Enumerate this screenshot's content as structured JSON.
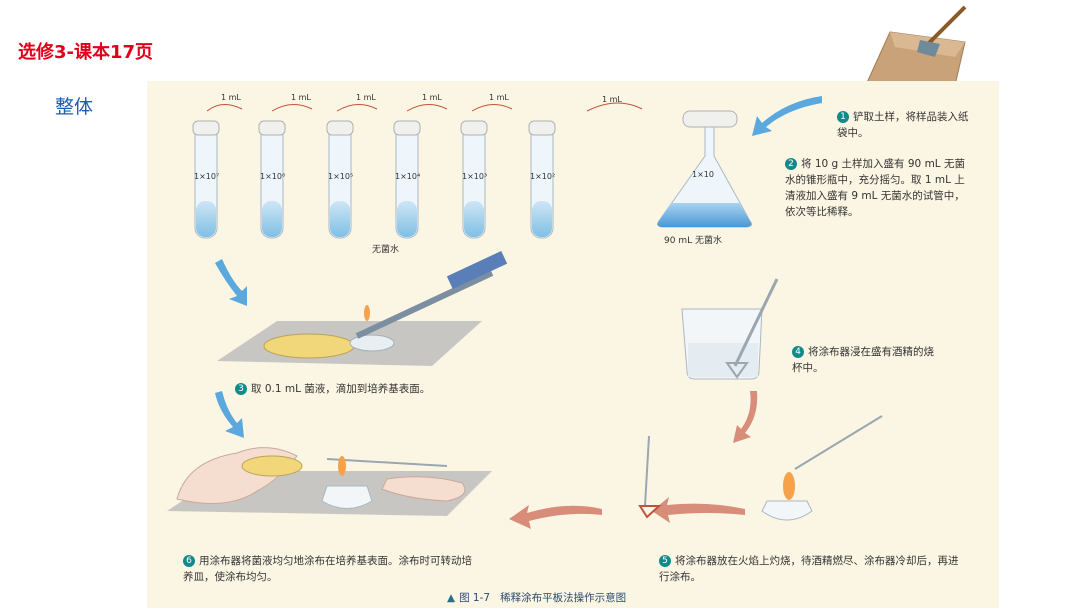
{
  "slide": {
    "title": "选修3-课本17页",
    "subtitle": "整体"
  },
  "figure": {
    "transfer_labels": [
      "1 mL",
      "1 mL",
      "1 mL",
      "1 mL",
      "1 mL",
      "1 mL"
    ],
    "tube_labels": [
      "1×10⁷",
      "1×10⁶",
      "1×10⁵",
      "1×10⁴",
      "1×10³",
      "1×10²"
    ],
    "sterile_water_label": "无菌水",
    "flask_label": "1×10",
    "flask_caption": "90 mL 无菌水",
    "steps": [
      {
        "num": "1",
        "text": "铲取土样，将样品装入纸袋中。"
      },
      {
        "num": "2",
        "text": "将 10 g 土样加入盛有 90 mL 无菌水的锥形瓶中，充分摇匀。取 1 mL 上清液加入盛有 9 mL 无菌水的试管中，依次等比稀释。"
      },
      {
        "num": "3",
        "text": "取 0.1 mL 菌液，滴加到培养基表面。"
      },
      {
        "num": "4",
        "text": "将涂布器浸在盛有酒精的烧杯中。"
      },
      {
        "num": "5",
        "text": "将涂布器放在火焰上灼烧，待酒精燃尽、涂布器冷却后，再进行涂布。"
      },
      {
        "num": "6",
        "text": "用涂布器将菌液均匀地涂布在培养基表面。涂布时可转动培养皿，使涂布均匀。"
      }
    ],
    "caption": {
      "fig": "图 1-7",
      "title": "稀释涂布平板法操作示意图"
    },
    "colors": {
      "background": "#fbf6e4",
      "step_badge": "#138a8a",
      "title_red": "#e0001a"
    }
  }
}
